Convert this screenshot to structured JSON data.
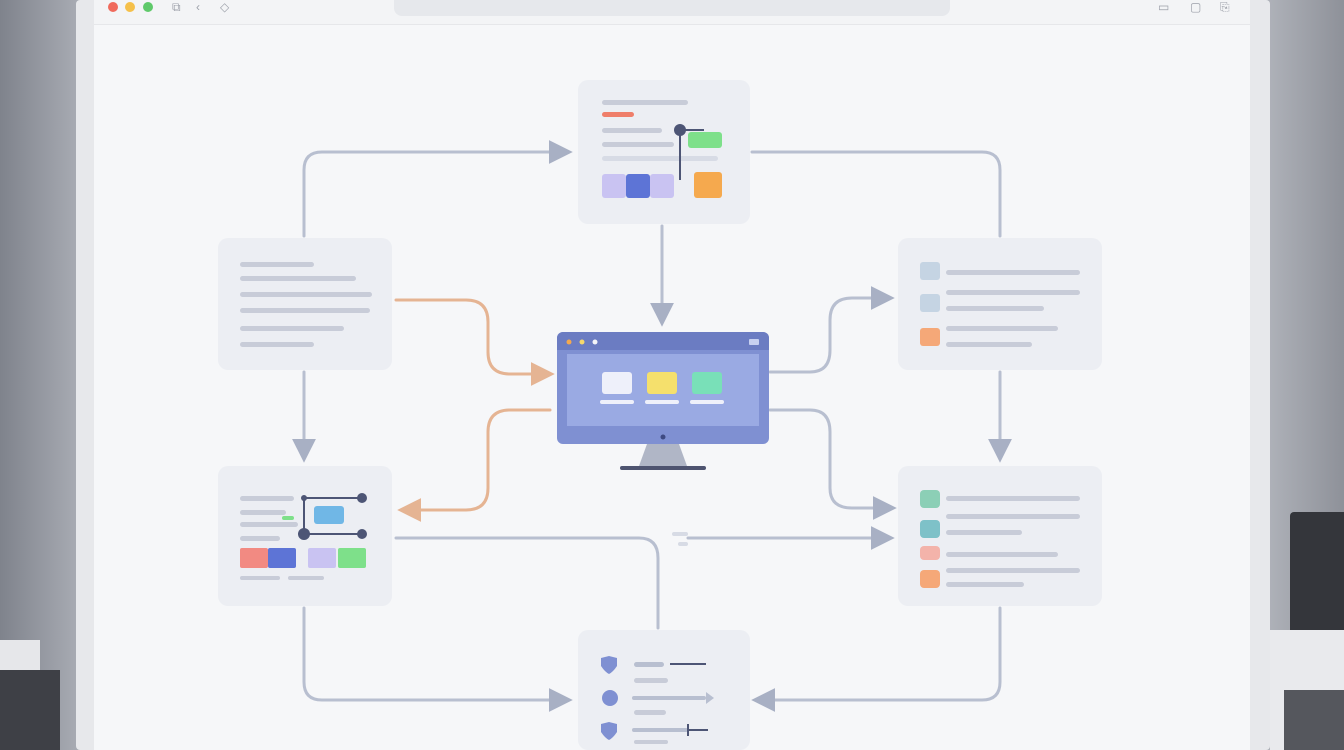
{
  "window": {
    "controls": [
      "close",
      "minimize",
      "maximize"
    ],
    "toolbar_icons": [
      "sidebar-icon",
      "back-icon",
      "tag-icon"
    ],
    "right_icons": [
      "tabs-icon",
      "window-icon",
      "share-icon"
    ],
    "address_value": ""
  },
  "diagram": {
    "nodes": [
      "text-card",
      "flow-card",
      "monitor",
      "icon-list-top",
      "icon-list-bottom",
      "shield-list"
    ],
    "colors": {
      "line": "#b8bfd0",
      "arrow": "#a8b0c4",
      "arrow_orange": "#e5b493",
      "monitor_blue": "#7f90d2",
      "monitor_header": "#6b7cc2",
      "accent_orange": "#f5a94e",
      "accent_green": "#7ee08a",
      "accent_purple": "#c9c3f2",
      "accent_blue": "#5d74d6",
      "accent_red": "#f28a82"
    }
  }
}
